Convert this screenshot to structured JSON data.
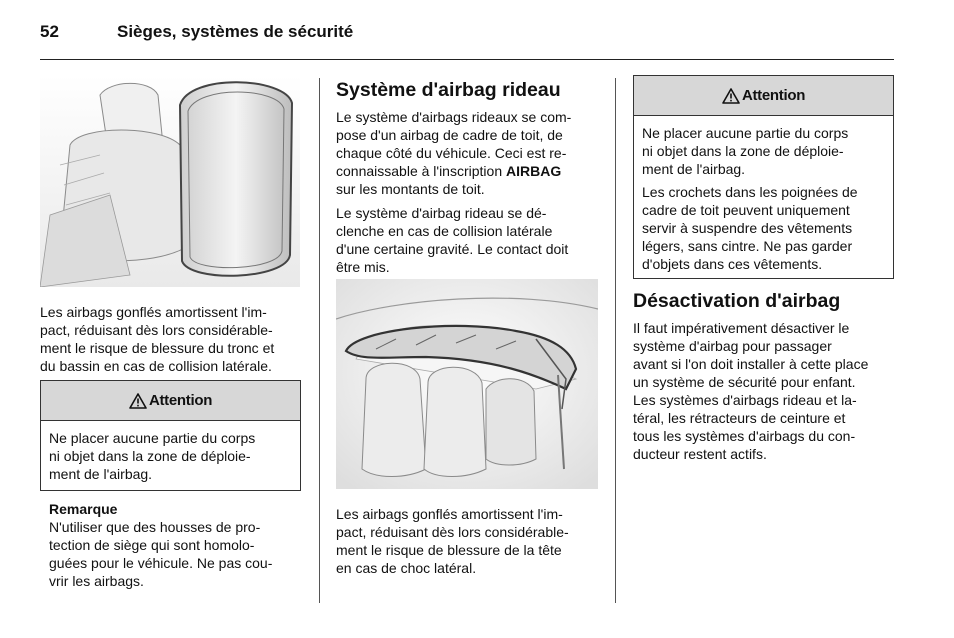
{
  "header": {
    "page_number": "52",
    "title": "Sièges, systèmes de sécurité"
  },
  "left_column": {
    "figure_icon": "side-airbag-seat-illustration",
    "caption": "Les airbags gonflés amortissent l'im-\npact, réduisant dès lors considérable-\nment le risque de blessure du tronc et\ndu bassin en cas de collision latérale.",
    "attention": {
      "label": "Attention",
      "text": "Ne placer aucune partie du corps\nni objet dans la zone de déploie-\nment de l'airbag."
    },
    "remark": {
      "title": "Remarque",
      "text": "N'utiliser que des housses de pro-\ntection de siège qui sont homolo-\nguées pour le véhicule. Ne pas cou-\nvrir les airbags."
    }
  },
  "middle_column": {
    "heading": "Système d'airbag rideau",
    "para1_before": "Le système d'airbags rideaux se com-\npose d'un airbag de cadre de toit, de\nchaque côté du véhicule. Ceci est re-\nconnaissable à l'inscription ",
    "para1_keyword": "AIRBAG",
    "para1_after": "\nsur les montants de toit.",
    "para2": "Le système d'airbag rideau se dé-\nclenche en cas de collision latérale\nd'une certaine gravité. Le contact doit\nêtre mis.",
    "figure_icon": "curtain-airbag-interior-illustration",
    "caption": "Les airbags gonflés amortissent l'im-\npact, réduisant dès lors considérable-\nment le risque de blessure de la tête\nen cas de choc latéral."
  },
  "right_column": {
    "attention": {
      "label": "Attention",
      "text1": "Ne placer aucune partie du corps\nni objet dans la zone de déploie-\nment de l'airbag.",
      "text2": "Les crochets dans les poignées de\ncadre de toit peuvent uniquement\nservir à suspendre des vêtements\nlégers, sans cintre. Ne pas garder\nd'objets dans ces vêtements."
    },
    "heading": "Désactivation d'airbag",
    "para": "Il faut impérativement désactiver le\nsystème d'airbag pour passager\navant si l'on doit installer à cette place\nun système de sécurité pour enfant.\nLes systèmes d'airbags rideau et la-\ntéral, les rétracteurs de ceinture et\ntous les systèmes d'airbags du con-\nducteur restent actifs."
  },
  "colors": {
    "attention_header_bg": "#d7d7d7",
    "rule": "#222222"
  }
}
